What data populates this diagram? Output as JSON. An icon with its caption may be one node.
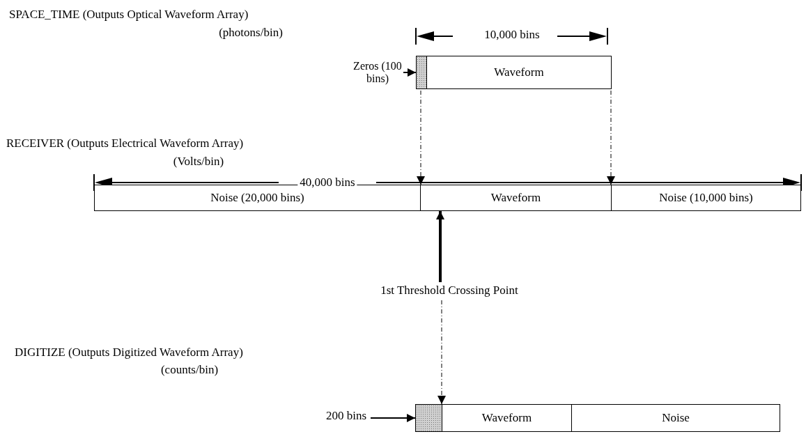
{
  "diagram": {
    "nodes": [
      {
        "text": [
          "Zeros (100 bins)"
        ]
      },
      {
        "text": [],
        "shape": "box"
      },
      {
        "text": [
          "Waveform"
        ]
      },
      {
        "text": [
          "Noise (20,000 bins)"
        ]
      },
      {
        "text": [
          "Waveform"
        ]
      },
      {
        "text": [
          "Noise (10,000 bins)"
        ]
      },
      {
        "text": [
          "1st Threshold Crossing Point"
        ]
      },
      {
        "text": [
          "200 bins"
        ]
      },
      {
        "text": [],
        "shape": "box"
      },
      {
        "text": [
          "Waveform"
        ]
      },
      {
        "text": [
          "Noise"
        ]
      }
    ],
    "edges": [
      {
        "from": 0,
        "to": 1,
        "arrow": "to"
      },
      {
        "from": 1,
        "to": 4,
        "arrow": "to",
        "style": "dashed"
      },
      {
        "from": 2,
        "to": 5,
        "arrow": "to",
        "style": "dashed"
      },
      {
        "from": 6,
        "to": 4,
        "arrow": "to",
        "style": "thick"
      },
      {
        "from": 6,
        "to": 9,
        "arrow": "to",
        "style": "dashed"
      },
      {
        "from": 7,
        "to": 8,
        "arrow": "to"
      }
    ],
    "labels": [
      "SPACE_TIME (Outputs Optical Waveform Array)",
      "(photons/bin)",
      "10,000 bins",
      "RECEIVER (Outputs Electrical Waveform Array)",
      "(Volts/bin)",
      "40,000 bins",
      "DIGITIZE (Outputs Digitized Waveform Array)",
      "(counts/bin)"
    ]
  }
}
